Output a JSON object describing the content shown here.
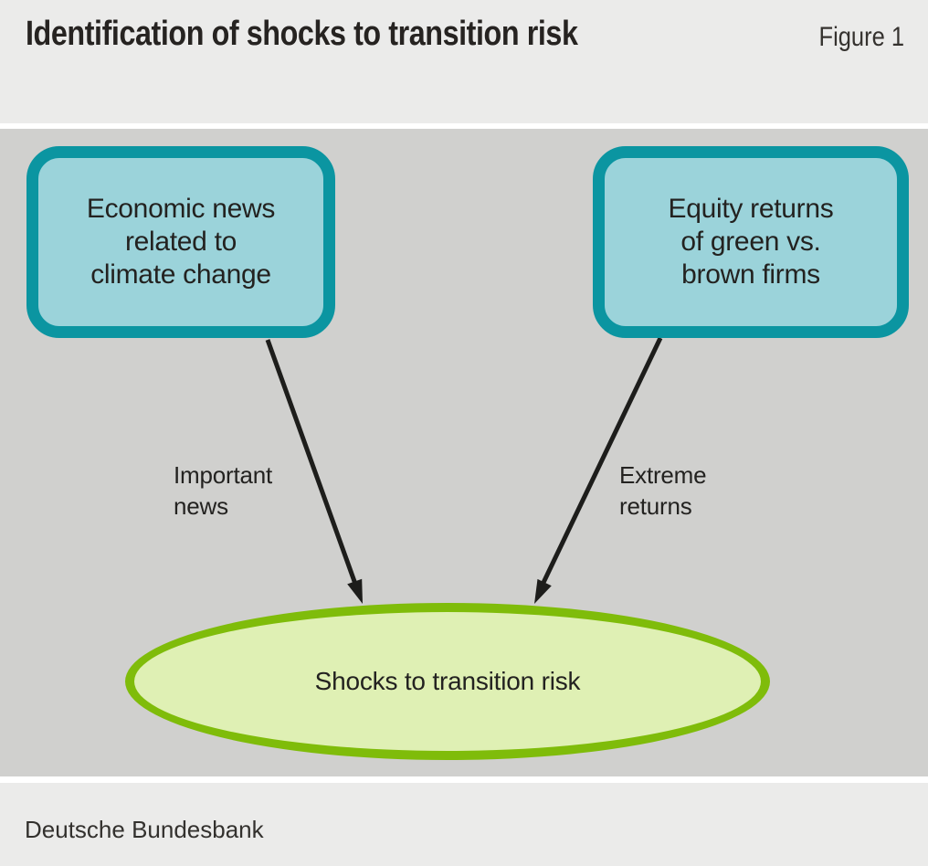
{
  "header": {
    "title": "Identification of shocks to transition risk",
    "figure_label": "Figure 1"
  },
  "diagram": {
    "boxes": [
      {
        "id": "economic-news",
        "text": "Economic news\nrelated to\nclimate change"
      },
      {
        "id": "equity-returns",
        "text": "Equity returns\nof green vs.\nbrown firms"
      }
    ],
    "arrows": [
      {
        "from": "economic-news",
        "to": "shocks-to-transition-risk",
        "label": "Important\nnews"
      },
      {
        "from": "equity-returns",
        "to": "shocks-to-transition-risk",
        "label": "Extreme\nreturns"
      }
    ],
    "outcome": {
      "id": "shocks-to-transition-risk",
      "text": "Shocks to transition risk"
    }
  },
  "footer": {
    "source": "Deutsche Bundesbank"
  },
  "colors": {
    "header_bg": "#ebebea",
    "footer_bg": "#ebebea",
    "canvas_bg": "#d0d0ce",
    "box_border": "#0b95a1",
    "box_fill": "#9bd3da",
    "ellipse_border": "#7fbc0a",
    "ellipse_fill": "#dff0b4",
    "arrow": "#1d1d1b",
    "text": "#232220"
  }
}
